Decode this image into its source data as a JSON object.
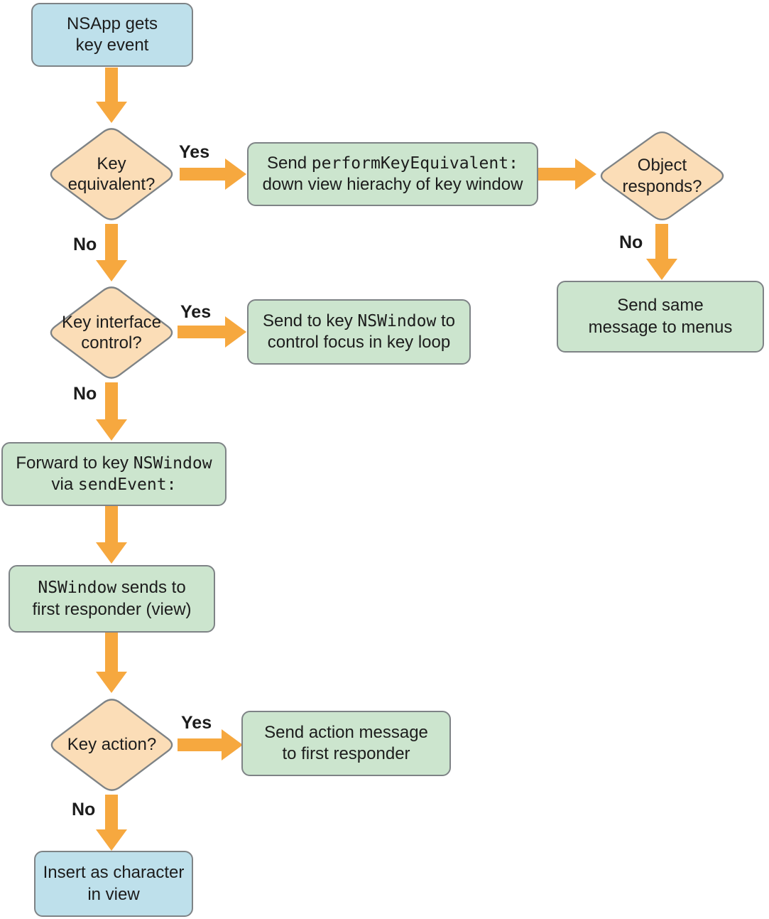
{
  "labels": {
    "yes": "Yes",
    "no": "No"
  },
  "colors": {
    "box_blue": "#BEE0EB",
    "box_green": "#CCE5CE",
    "diamond_peach": "#FBDDB7",
    "arrow_orange": "#F6A83F",
    "border_gray": "#7E8386",
    "text": "#1C1C1C"
  },
  "nodes": {
    "nsapp": {
      "line1": "NSApp gets",
      "line2": "key event"
    },
    "key_equivalent": {
      "line1": "Key",
      "line2": "equivalent?"
    },
    "perform_key_equivalent": {
      "line1_sans": "Send ",
      "line1_mono": "performKeyEquivalent:",
      "line2": "down view hierachy of key window"
    },
    "object_responds": {
      "line1": "Object",
      "line2": "responds?"
    },
    "send_same_message": {
      "line1": "Send same",
      "line2": "message to menus"
    },
    "key_interface_control": {
      "line1": "Key interface",
      "line2": "control?"
    },
    "send_to_key_window": {
      "line1_pre": "Send to key ",
      "line1_mono": "NSWindow",
      "line1_post": " to",
      "line2": "control focus in key loop"
    },
    "forward_to_key_window": {
      "line1_pre": "Forward to key ",
      "line1_mono": "NSWindow",
      "line2_pre": "via ",
      "line2_mono": "sendEvent:"
    },
    "nswindow_sends": {
      "line1_mono": "NSWindow",
      "line1_post": " sends to",
      "line2": "first responder (view)"
    },
    "key_action": {
      "line1": "Key action?"
    },
    "send_action_message": {
      "line1": "Send action message",
      "line2": "to first responder"
    },
    "insert_as_character": {
      "line1": "Insert as character",
      "line2": "in view"
    }
  }
}
